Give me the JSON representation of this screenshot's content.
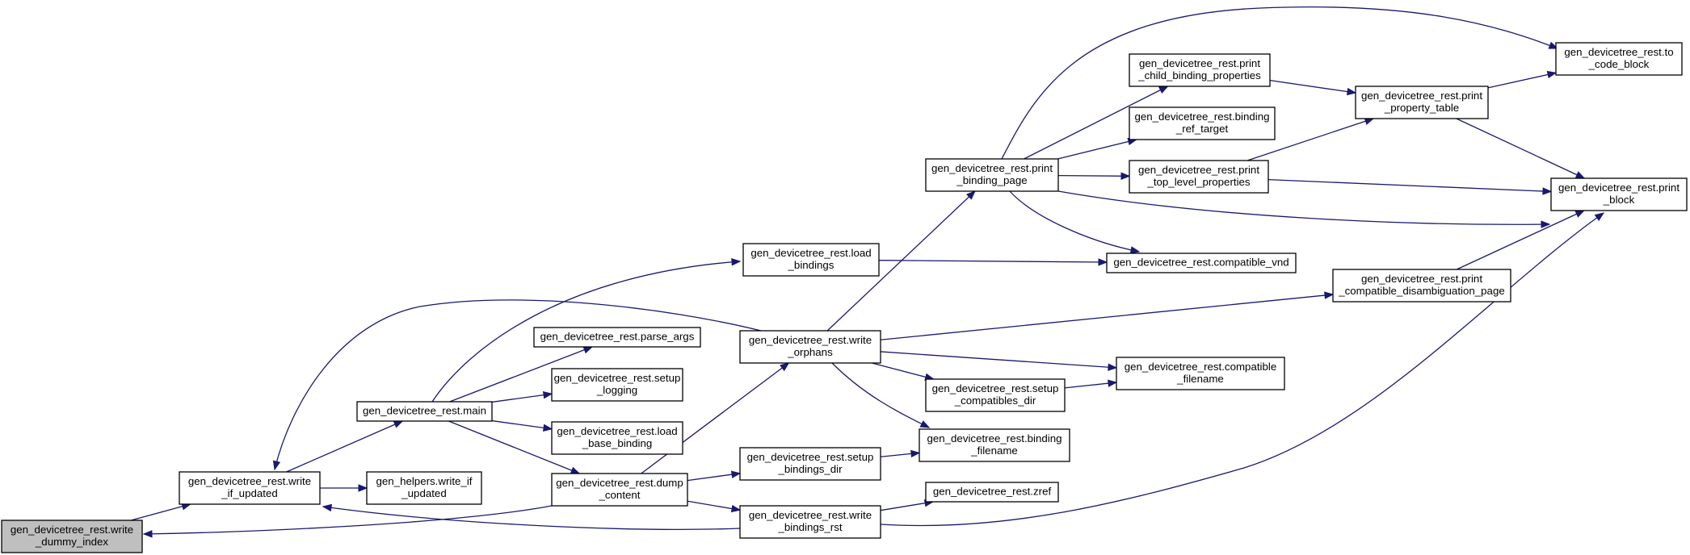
{
  "colors": {
    "edge": "#191970",
    "root_fill": "#bfbfbf",
    "node_fill": "#ffffff",
    "node_stroke": "#000000"
  },
  "nodes": [
    {
      "id": "write_dummy_index",
      "lines": [
        "gen_devicetree_rest.write",
        "_dummy_index"
      ],
      "root": true
    },
    {
      "id": "write_if_updated",
      "lines": [
        "gen_devicetree_rest.write",
        "_if_updated"
      ]
    },
    {
      "id": "helpers_write_if_updated",
      "lines": [
        "gen_helpers.write_if",
        "_updated"
      ]
    },
    {
      "id": "main",
      "lines": [
        "gen_devicetree_rest.main"
      ]
    },
    {
      "id": "parse_args",
      "lines": [
        "gen_devicetree_rest.parse_args"
      ]
    },
    {
      "id": "setup_logging",
      "lines": [
        "gen_devicetree_rest.setup",
        "_logging"
      ]
    },
    {
      "id": "load_base_binding",
      "lines": [
        "gen_devicetree_rest.load",
        "_base_binding"
      ]
    },
    {
      "id": "dump_content",
      "lines": [
        "gen_devicetree_rest.dump",
        "_content"
      ]
    },
    {
      "id": "load_bindings",
      "lines": [
        "gen_devicetree_rest.load",
        "_bindings"
      ]
    },
    {
      "id": "write_orphans",
      "lines": [
        "gen_devicetree_rest.write",
        "_orphans"
      ]
    },
    {
      "id": "setup_bindings_dir",
      "lines": [
        "gen_devicetree_rest.setup",
        "_bindings_dir"
      ]
    },
    {
      "id": "write_bindings_rst",
      "lines": [
        "gen_devicetree_rest.write",
        "_bindings_rst"
      ]
    },
    {
      "id": "print_binding_page",
      "lines": [
        "gen_devicetree_rest.print",
        "_binding_page"
      ]
    },
    {
      "id": "setup_compatibles_dir",
      "lines": [
        "gen_devicetree_rest.setup",
        "_compatibles_dir"
      ]
    },
    {
      "id": "binding_filename",
      "lines": [
        "gen_devicetree_rest.binding",
        "_filename"
      ]
    },
    {
      "id": "zref",
      "lines": [
        "gen_devicetree_rest.zref"
      ]
    },
    {
      "id": "print_child_binding_properties",
      "lines": [
        "gen_devicetree_rest.print",
        "_child_binding_properties"
      ]
    },
    {
      "id": "binding_ref_target",
      "lines": [
        "gen_devicetree_rest.binding",
        "_ref_target"
      ]
    },
    {
      "id": "print_top_level_properties",
      "lines": [
        "gen_devicetree_rest.print",
        "_top_level_properties"
      ]
    },
    {
      "id": "compatible_vnd",
      "lines": [
        "gen_devicetree_rest.compatible_vnd"
      ]
    },
    {
      "id": "compatible_filename",
      "lines": [
        "gen_devicetree_rest.compatible",
        "_filename"
      ]
    },
    {
      "id": "print_property_table",
      "lines": [
        "gen_devicetree_rest.print",
        "_property_table"
      ]
    },
    {
      "id": "print_compatible_disambiguation_page",
      "lines": [
        "gen_devicetree_rest.print",
        "_compatible_disambiguation_page"
      ]
    },
    {
      "id": "to_code_block",
      "lines": [
        "gen_devicetree_rest.to",
        "_code_block"
      ]
    },
    {
      "id": "print_block",
      "lines": [
        "gen_devicetree_rest.print",
        "_block"
      ]
    }
  ],
  "edges": [
    [
      "write_dummy_index",
      "write_if_updated"
    ],
    [
      "write_if_updated",
      "helpers_write_if_updated"
    ],
    [
      "write_if_updated",
      "main"
    ],
    [
      "main",
      "parse_args"
    ],
    [
      "main",
      "setup_logging"
    ],
    [
      "main",
      "load_base_binding"
    ],
    [
      "main",
      "dump_content"
    ],
    [
      "main",
      "load_bindings"
    ],
    [
      "dump_content",
      "write_dummy_index"
    ],
    [
      "dump_content",
      "write_orphans"
    ],
    [
      "dump_content",
      "setup_bindings_dir"
    ],
    [
      "dump_content",
      "write_bindings_rst"
    ],
    [
      "write_orphans",
      "write_if_updated"
    ],
    [
      "write_orphans",
      "print_binding_page"
    ],
    [
      "write_orphans",
      "setup_compatibles_dir"
    ],
    [
      "write_orphans",
      "binding_filename"
    ],
    [
      "write_orphans",
      "compatible_filename"
    ],
    [
      "write_orphans",
      "print_compatible_disambiguation_page"
    ],
    [
      "write_bindings_rst",
      "write_if_updated"
    ],
    [
      "write_bindings_rst",
      "zref"
    ],
    [
      "write_bindings_rst",
      "print_block"
    ],
    [
      "setup_bindings_dir",
      "binding_filename"
    ],
    [
      "setup_compatibles_dir",
      "compatible_filename"
    ],
    [
      "load_bindings",
      "compatible_vnd"
    ],
    [
      "print_binding_page",
      "print_child_binding_properties"
    ],
    [
      "print_binding_page",
      "binding_ref_target"
    ],
    [
      "print_binding_page",
      "print_top_level_properties"
    ],
    [
      "print_binding_page",
      "compatible_vnd"
    ],
    [
      "print_binding_page",
      "to_code_block"
    ],
    [
      "print_binding_page",
      "print_block"
    ],
    [
      "print_child_binding_properties",
      "print_property_table"
    ],
    [
      "print_top_level_properties",
      "print_property_table"
    ],
    [
      "print_top_level_properties",
      "print_block"
    ],
    [
      "print_property_table",
      "to_code_block"
    ],
    [
      "print_property_table",
      "print_block"
    ],
    [
      "print_compatible_disambiguation_page",
      "print_block"
    ]
  ]
}
